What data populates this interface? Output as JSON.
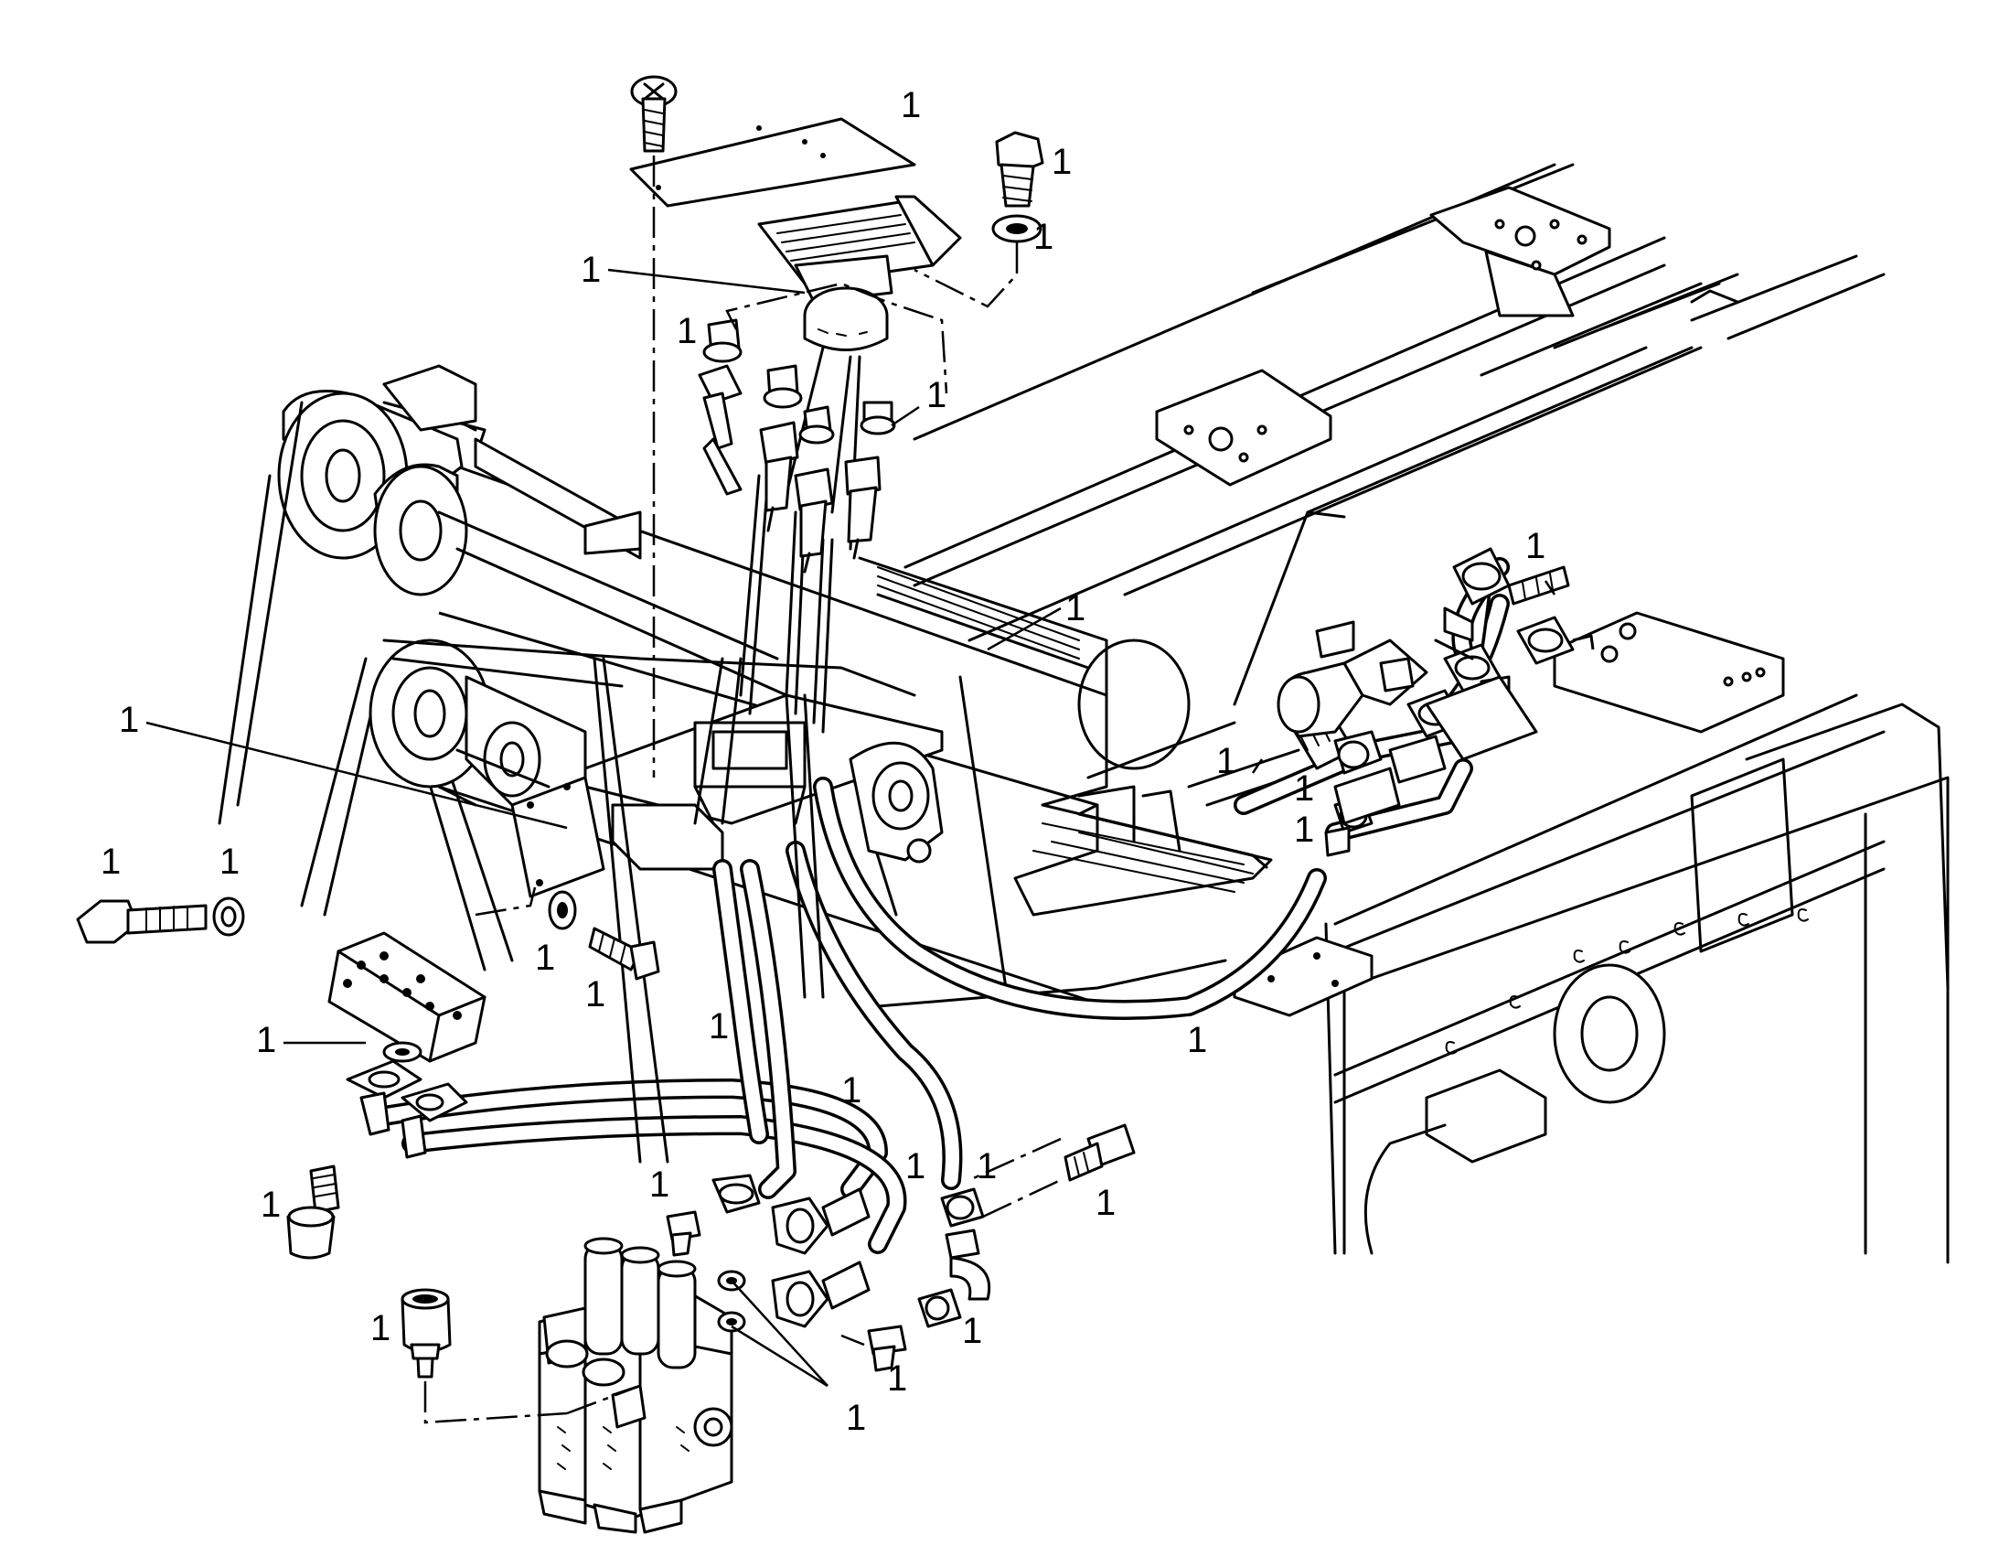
{
  "diagram": {
    "callout_text": "1",
    "callouts": [
      {
        "id": "c1",
        "label": "1"
      },
      {
        "id": "c2",
        "label": "1"
      },
      {
        "id": "c3",
        "label": "1"
      },
      {
        "id": "c4",
        "label": "1"
      },
      {
        "id": "c5",
        "label": "1"
      },
      {
        "id": "c6",
        "label": "1"
      },
      {
        "id": "c7",
        "label": "1"
      },
      {
        "id": "c8",
        "label": "1"
      },
      {
        "id": "c9",
        "label": "1"
      },
      {
        "id": "c10",
        "label": "1"
      },
      {
        "id": "c11",
        "label": "1"
      },
      {
        "id": "c12",
        "label": "1"
      },
      {
        "id": "c13",
        "label": "1"
      },
      {
        "id": "c14",
        "label": "1"
      },
      {
        "id": "c15",
        "label": "1"
      },
      {
        "id": "c16",
        "label": "1"
      },
      {
        "id": "c17",
        "label": "1"
      },
      {
        "id": "c18",
        "label": "1"
      },
      {
        "id": "c19",
        "label": "1"
      },
      {
        "id": "c20",
        "label": "1"
      },
      {
        "id": "c21",
        "label": "1"
      },
      {
        "id": "c22",
        "label": "1"
      },
      {
        "id": "c23",
        "label": "1"
      },
      {
        "id": "c24",
        "label": "1"
      },
      {
        "id": "c25",
        "label": "1"
      },
      {
        "id": "c26",
        "label": "1"
      },
      {
        "id": "c27",
        "label": "1"
      },
      {
        "id": "c28",
        "label": "1"
      },
      {
        "id": "c29",
        "label": "1"
      }
    ]
  }
}
